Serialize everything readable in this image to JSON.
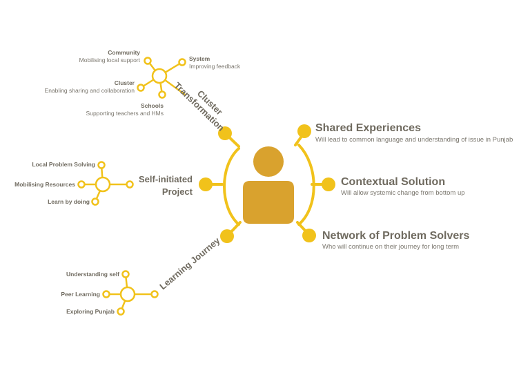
{
  "colors": {
    "accent": "#f1c21b",
    "person": "#d9a22e",
    "text_dark": "#6f6a5f",
    "text_light": "#7a766d"
  },
  "center": {
    "icon": "person-icon"
  },
  "right": {
    "shared": {
      "title": "Shared Experiences",
      "desc": "Will lead to common language and understanding of issue in Punjab"
    },
    "contextual": {
      "title": "Contextual Solution",
      "desc": "Will allow systemic change from bottom up"
    },
    "network": {
      "title": "Network of Problem Solvers",
      "desc": "Who will continue on their journey for long term"
    }
  },
  "left": {
    "cluster": {
      "label_line1": "Cluster",
      "label_line2": "Transformation",
      "community": {
        "title": "Community",
        "desc": "Mobilising local support"
      },
      "system": {
        "title": "System",
        "desc": "Improving feedback"
      },
      "cluster_node": {
        "title": "Cluster",
        "desc": "Enabling sharing and collaboration"
      },
      "schools": {
        "title": "Schools",
        "desc": "Supporting teachers and HMs"
      }
    },
    "project": {
      "label_line1": "Self-initiated",
      "label_line2": "Project",
      "items": [
        "Local Problem Solving",
        "Mobilising Resources",
        "Learn by doing"
      ]
    },
    "journey": {
      "label": "Learning Journey",
      "items": [
        "Understanding self",
        "Peer Learning",
        "Exploring Punjab"
      ]
    }
  }
}
